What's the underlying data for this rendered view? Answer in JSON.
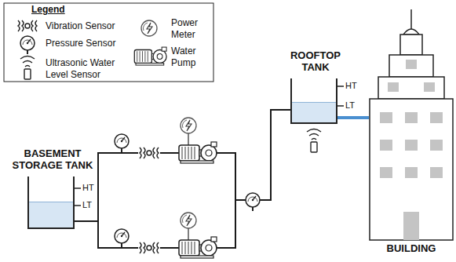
{
  "diagram": {
    "nodes": [
      {
        "text": [
          "BASEMENT STORAGE TANK"
        ]
      },
      {
        "text": [
          "ROOFTOP TANK"
        ]
      },
      {
        "text": [
          "BUILDING"
        ]
      }
    ],
    "edges": [
      {
        "from": 0,
        "to": 1,
        "arrow": "none"
      },
      {
        "from": 1,
        "to": 2,
        "arrow": "none"
      }
    ],
    "labels": [
      "Legend",
      "HT",
      "LT",
      "HT",
      "LT"
    ],
    "legend": [
      {
        "text": "Vibration Sensor"
      },
      {
        "text": "Pressure Sensor"
      },
      {
        "text": "Ultrasonic Water Level Sensor"
      },
      {
        "text": "Power Meter"
      },
      {
        "text": "Water Pump"
      }
    ]
  }
}
